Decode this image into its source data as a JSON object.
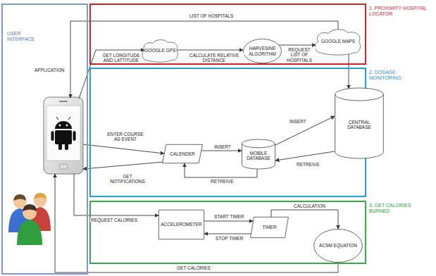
{
  "diagram": {
    "nodes": [
      {
        "text": [
          "USER INTERFACE"
        ]
      },
      {
        "text": [
          "1. PROXIMITY HOSPITAL LOCATOR"
        ]
      },
      {
        "text": [
          "GOOGLE GPS"
        ],
        "in": 1
      },
      {
        "text": [
          "HARVESINE ALGORITHM"
        ],
        "in": 1
      },
      {
        "text": [
          "GOOGLE MAPS"
        ],
        "in": 1
      },
      {
        "text": [
          "2. DOSAGE MONITORING:"
        ]
      },
      {
        "text": [
          "CALENDER"
        ],
        "in": 5
      },
      {
        "text": [
          "MOBILE DATABASE"
        ],
        "in": 5
      },
      {
        "text": [
          "CENTRAL DATABASE"
        ],
        "in": 5
      },
      {
        "text": [
          "3. GET CALORIES BURNED"
        ]
      },
      {
        "text": [
          "ACCELEROMETER"
        ],
        "in": 9
      },
      {
        "text": [
          "TIMER"
        ],
        "in": 9
      },
      {
        "text": [
          "ACSM EQUATION"
        ],
        "in": 9
      }
    ],
    "edges": [
      {
        "from": 0,
        "to": 2,
        "label": "GET LONGITUDE AND LATTITUDE",
        "arrow": "to"
      },
      {
        "from": 2,
        "to": 3,
        "label": "CALCULATE RELATIVE DISTANCE",
        "arrow": "to"
      },
      {
        "from": 3,
        "to": 4,
        "label": "REQUEST LIST OF HOSPITALS",
        "arrow": "to"
      },
      {
        "from": 4,
        "to": 0,
        "label": "LIST OF HOSPITALS",
        "arrow": "to"
      },
      {
        "from": 4,
        "to": 8,
        "arrow": "to"
      },
      {
        "from": 0,
        "to": 6,
        "label": "ENTER COURSE AS EVENT",
        "arrow": "to"
      },
      {
        "from": 6,
        "to": 7,
        "label": "INSERT",
        "arrow": "to"
      },
      {
        "from": 7,
        "to": 6,
        "label": "RETREIVE",
        "arrow": "to"
      },
      {
        "from": 7,
        "to": 8,
        "label": "INSERT",
        "arrow": "to"
      },
      {
        "from": 8,
        "to": 7,
        "label": "RETREIVE",
        "arrow": "to"
      },
      {
        "from": 6,
        "to": 0,
        "label": "GET NOTIFICATIONS",
        "arrow": "to"
      },
      {
        "from": 0,
        "to": 10,
        "label": "REQUEST CALORIES",
        "arrow": "to"
      },
      {
        "from": 10,
        "to": 11,
        "label": "START TIMER",
        "arrow": "to"
      },
      {
        "from": 11,
        "to": 10,
        "label": "STOP TIMER",
        "arrow": "to"
      },
      {
        "from": 11,
        "to": 12,
        "label": "CALCULATION",
        "arrow": "to"
      },
      {
        "from": 12,
        "to": 0,
        "label": "GET CALORIES",
        "arrow": "to"
      }
    ],
    "labels": [
      "APPLICATION"
    ]
  }
}
